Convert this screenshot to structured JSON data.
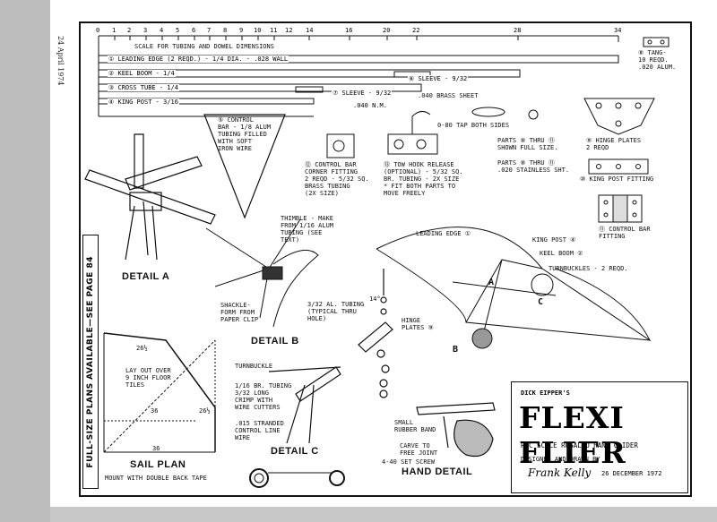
{
  "side_date": "24 April 1974",
  "side_banner": "FULL-SIZE PLANS AVAILABLE—SEE PAGE 84",
  "ruler": {
    "caption": "SCALE FOR TUBING AND DOWEL DIMENSIONS",
    "ticks": [
      "0",
      "1",
      "2",
      "3",
      "4",
      "5",
      "6",
      "7",
      "8",
      "9",
      "10",
      "11",
      "12",
      "14",
      "16",
      "20",
      "22",
      "28",
      "34"
    ],
    "tick_labels": [
      "1",
      "2",
      "3",
      "4",
      "5",
      "6",
      "7",
      "8",
      "9",
      "10",
      "11",
      "12",
      "14",
      "16",
      "20",
      "22",
      "28",
      "34"
    ]
  },
  "tubes": {
    "leading_edge": "① LEADING EDGE (2 REQD.) - 1/4 DIA. - .028 WALL",
    "keel_boom": "② KEEL BOOM - 1/4",
    "cross_tube": "③ CROSS TUBE - 1/4",
    "king_post": "④ KING POST - 3/16",
    "sleeve_6": "⑥ SLEEVE - 9/32",
    "sleeve_7": "⑦ SLEEVE - 9/32",
    "wall_note": ".040 N.M."
  },
  "parts": {
    "control_bar": "⑤ CONTROL\nBAR - 1/8 ALUM\nTUBING FILLED\nWITH SOFT\nIRON WIRE",
    "corner_fitting": "⑫ CONTROL BAR\nCORNER FITTING\n2 REQD - 5/32 SQ.\nBRASS TUBING\n(2X SIZE)",
    "tow_hook": "⑬ TOW HOOK RELEASE\n(OPTIONAL) - 5/32 SQ.\nBR. TUBING - 2X SIZE\n* FIT BOTH PARTS TO\nMOVE FREELY",
    "brass_sheet": ".040 BRASS SHEET",
    "tap": "0-80 TAP BOTH SIDES",
    "parts_8_11": "PARTS ⑧ THRU ⑪\nSHOWN FULL SIZE.",
    "parts_stainless": "PARTS ⑧ THRU ⑪\n.020 STAINLESS SHT.",
    "tang": "⑧ TANG-\n10 REQD.\n.020 ALUM.",
    "hinge_plates": "⑨ HINGE PLATES\n2 REQD",
    "king_post_fitting": "⑩ KING POST FITTING",
    "control_bar_fitting": "⑪ CONTROL BAR\nFITTING"
  },
  "callouts": {
    "thimble": "THIMBLE - MAKE\nFROM 1/16 ALUM\nTUBING (SEE\nTEXT)",
    "shackle": "SHACKLE-\nFORM FROM\nPAPER CLIP",
    "al_tubing": "3/32 AL. TUBING\n(TYPICAL THRU\nHOLE)",
    "dim_14": "14°",
    "leading_edge": "LEADING EDGE ①",
    "king_post": "KING POST ④",
    "keel_boom": "KEEL BOOM ②",
    "turnbuckles": "TURNBUCKLES - 2 REQD.",
    "hinge_plates": "HINGE\nPLATES ⑨",
    "turnbuckle": "TURNBUCKLE",
    "br_tubing": "1/16 BR. TUBING\n3/32 LONG\nCRIMP WITH\nWIRE CUTTERS",
    "stranded": ".015 STRANDED\nCONTROL LINE\nWIRE",
    "rubber_band": "SMALL\nRUBBER BAND",
    "carve": "CARVE TO\nFREE JOINT",
    "set_screw": "4-40 SET SCREW",
    "lay_out": "LAY OUT OVER\n9 INCH FLOOR\nTILES",
    "mount": "MOUNT WITH DOUBLE BACK TAPE",
    "sail_dim_a": "26½",
    "sail_dim_b": "36",
    "sail_dim_c": "26½",
    "sail_dim_d": "36",
    "letter_a": "A",
    "letter_b": "B",
    "letter_c": "C"
  },
  "details": {
    "a": "DETAIL A",
    "b": "DETAIL B",
    "c": "DETAIL C",
    "sail_plan": "SAIL PLAN",
    "hand": "HAND DETAIL"
  },
  "title_block": {
    "byline": "DICK EIPPER'S",
    "title": "FLEXI FLIER",
    "subtitle": "R/C SCALE ROGALLO HANG GLIDER",
    "designed": "DESIGNED AND DRAWN BY",
    "signature": "Frank Kelly",
    "date": "26 DECEMBER 1972"
  }
}
